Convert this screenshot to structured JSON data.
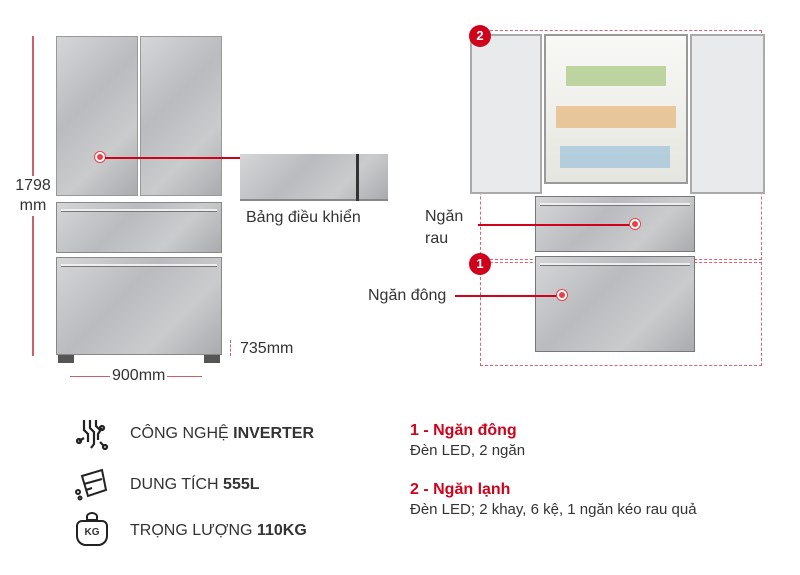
{
  "dimensions": {
    "height_value": "1798",
    "height_unit": "mm",
    "width": "900mm",
    "depth": "735mm"
  },
  "callouts": {
    "control_panel": "Bảng điều khiển",
    "crisper_line1": "Ngăn",
    "crisper_line2": "rau",
    "freezer": "Ngăn đông",
    "badge_1": "1",
    "badge_2": "2"
  },
  "specs": [
    {
      "icon": "inverter-chip-icon",
      "label": "CÔNG NGHỆ ",
      "value": "INVERTER"
    },
    {
      "icon": "capacity-icon",
      "label": "DUNG TÍCH ",
      "value": "555L"
    },
    {
      "icon": "weight-kg-icon",
      "label": "TRỌNG LƯỢNG ",
      "value": "110KG",
      "icon_text": "KG"
    }
  ],
  "compartments": [
    {
      "title": "1 - Ngăn đông",
      "desc": "Đèn LED, 2 ngăn"
    },
    {
      "title": "2 - Ngăn lạnh",
      "desc": "Đèn LED; 2 khay, 6 kệ, 1 ngăn kéo rau quả"
    }
  ],
  "colors": {
    "accent": "#d0021b",
    "steel": "#bfc1c3"
  }
}
